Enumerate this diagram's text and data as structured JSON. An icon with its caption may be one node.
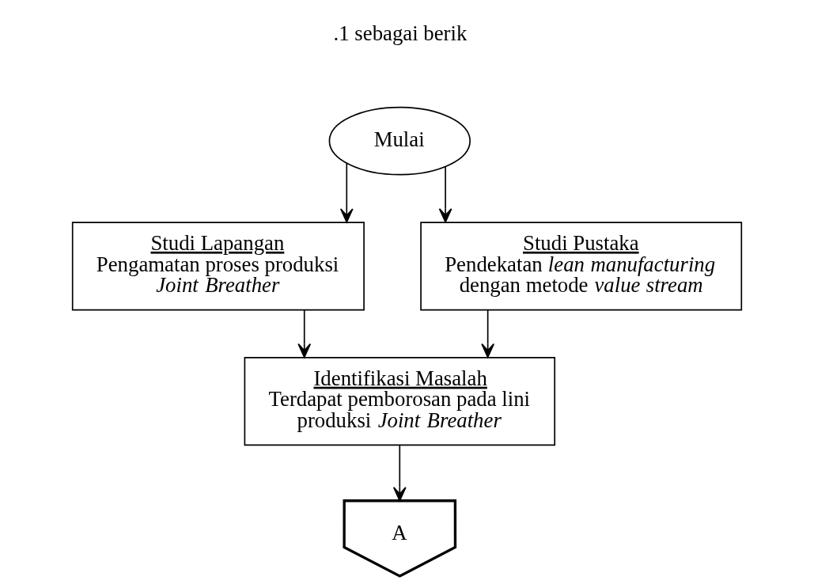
{
  "diagram": {
    "nodes": [
      {
        "text": [
          "Mulai"
        ]
      },
      {
        "text": [
          "Studi Lapangan",
          "Pengamatan proses produksi *Joint Breather*"
        ]
      },
      {
        "text": [
          "Studi Pustaka",
          "Pendekatan *lean manufacturing* dengan metode *value stream*"
        ]
      },
      {
        "text": [
          "Identifikasi Masalah",
          "Terdapat pemborosan pada lini produksi *Joint Breather*"
        ]
      },
      {
        "text": [
          "A"
        ]
      }
    ],
    "edges": [
      {
        "from": 0,
        "to": 1,
        "arrow": "to"
      },
      {
        "from": 0,
        "to": 2,
        "arrow": "to"
      },
      {
        "from": 1,
        "to": 3,
        "arrow": "to"
      },
      {
        "from": 2,
        "to": 3,
        "arrow": "to"
      },
      {
        "from": 3,
        "to": 4,
        "arrow": "to"
      }
    ],
    "labels": [
      ".1 sebagai berik"
    ]
  }
}
